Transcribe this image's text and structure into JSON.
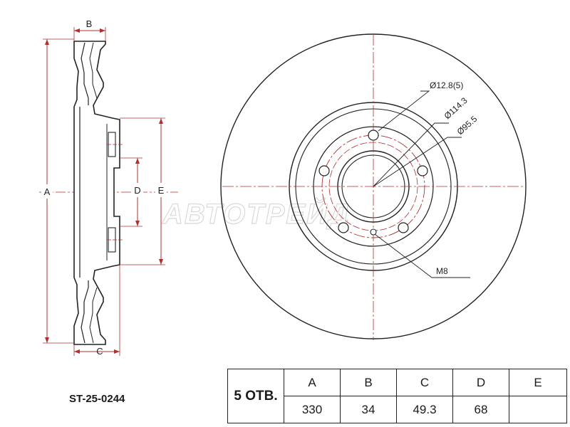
{
  "watermark": "АВТОТРЕЙД",
  "side_view": {
    "labels": {
      "A": "A",
      "B": "B",
      "C": "C",
      "D": "D",
      "E": "E"
    }
  },
  "front_view": {
    "callouts": {
      "hole_diameter": "Ø12.8(5)",
      "pcd": "Ø114.3",
      "center_bore": "Ø95.5",
      "thread": "M8"
    }
  },
  "part_number": "ST-25-0244",
  "spec_table": {
    "holes_label": "5 ОТВ.",
    "headers": [
      "A",
      "B",
      "C",
      "D",
      "E"
    ],
    "values": [
      "330",
      "34",
      "49.3",
      "68",
      ""
    ]
  },
  "colors": {
    "dimension_red": "#b03030",
    "outline": "#222222"
  }
}
